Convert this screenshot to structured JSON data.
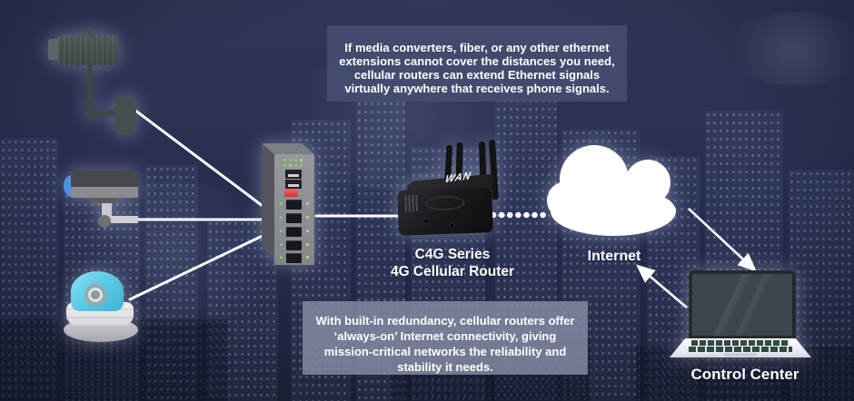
{
  "notes": {
    "top": {
      "lines": [
        "If media converters, fiber, or any other ethernet",
        "extensions cannot cover the distances you need,",
        "cellular routers can extend Ethernet signals",
        "virtually anywhere that receives phone signals."
      ]
    },
    "bottom": {
      "lines": [
        "With built-in redundancy, cellular routers offer",
        "‘always-on’ Internet connectivity, giving",
        "mission-critical networks the reliability and",
        "stability it needs."
      ]
    }
  },
  "labels": {
    "router_name_line1": "C4G Series",
    "router_name_line2": "4G Cellular Router",
    "internet": "Internet",
    "control_center": "Control Center",
    "router_brand": "WAN"
  },
  "icons": {
    "camera1": "bullet-cctv-camera",
    "camera2": "box-cctv-camera",
    "camera3": "dome-cctv-camera",
    "switch": "ethernet-poe-switch",
    "router": "4g-cellular-router",
    "cloud": "internet-cloud",
    "laptop": "control-center-laptop"
  },
  "colors": {
    "background_sky": "#2a3052",
    "note_top_bg": "#454c70",
    "note_bottom_bg": "#8389a2",
    "connection_line": "#ffffff",
    "cloud": "#ffffff",
    "led_green": "#8bd24b",
    "switch_button_red": "#d8453c",
    "camera_lens_blue": "#4a93dd",
    "dome_blue": "#5ecbe6",
    "laptop_keys_green": "#2f4a44",
    "router_black": "#18181c"
  }
}
